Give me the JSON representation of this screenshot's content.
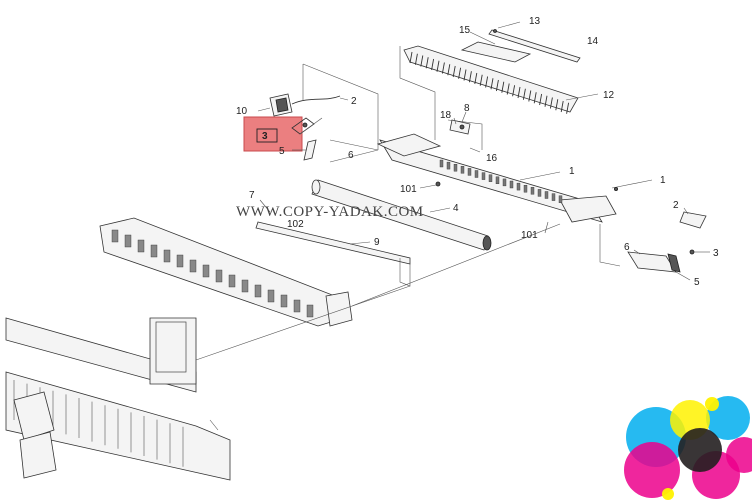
{
  "watermark": "WWW.COPY-YADAK.COM",
  "highlight": {
    "label": "3",
    "color": "#e8686a"
  },
  "callouts": [
    "13",
    "15",
    "14",
    "12",
    "10",
    "2",
    "8",
    "18",
    "3",
    "5",
    "6",
    "16",
    "1",
    "101",
    "1",
    "7",
    "4",
    "102",
    "2",
    "101",
    "9",
    "6",
    "3",
    "5"
  ],
  "logo": {
    "colors": [
      "#00aeef",
      "#ec008c",
      "#fff200",
      "#231f20"
    ]
  }
}
